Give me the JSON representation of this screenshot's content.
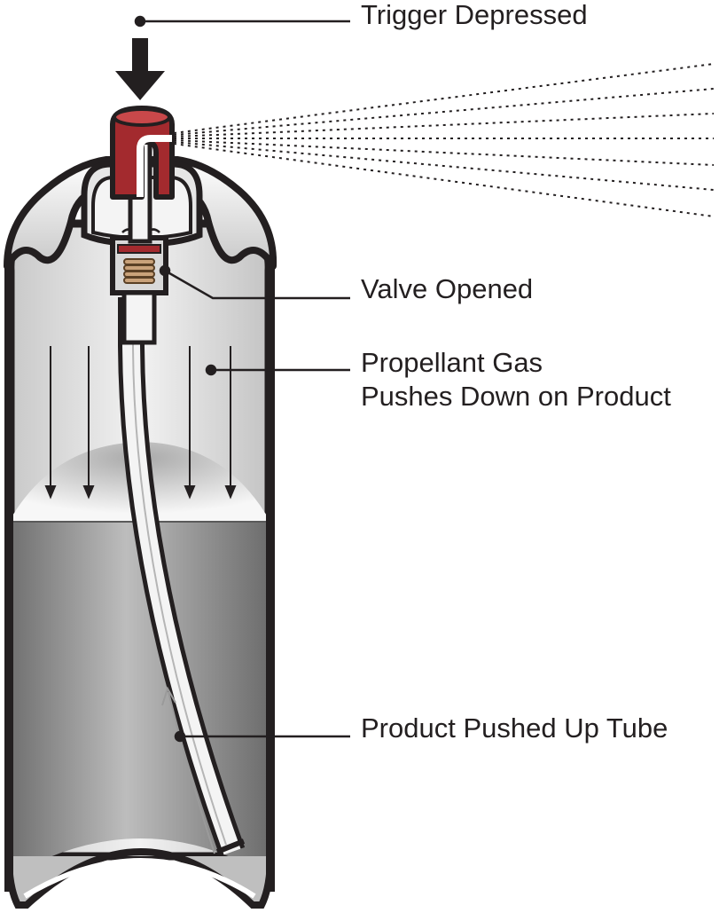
{
  "labels": {
    "trigger": "Trigger Depressed",
    "valve": "Valve Opened",
    "gas_line1": "Propellant Gas",
    "gas_line2": "Pushes Down on Product",
    "product": "Product Pushed Up Tube"
  },
  "colors": {
    "outline": "#231f20",
    "actuator": "#a32a2e",
    "actuator_top": "#c9484a",
    "gas_fill": "#dcdcdc",
    "product_fill": "#9c9c9c",
    "spring": "#c9a27a"
  }
}
